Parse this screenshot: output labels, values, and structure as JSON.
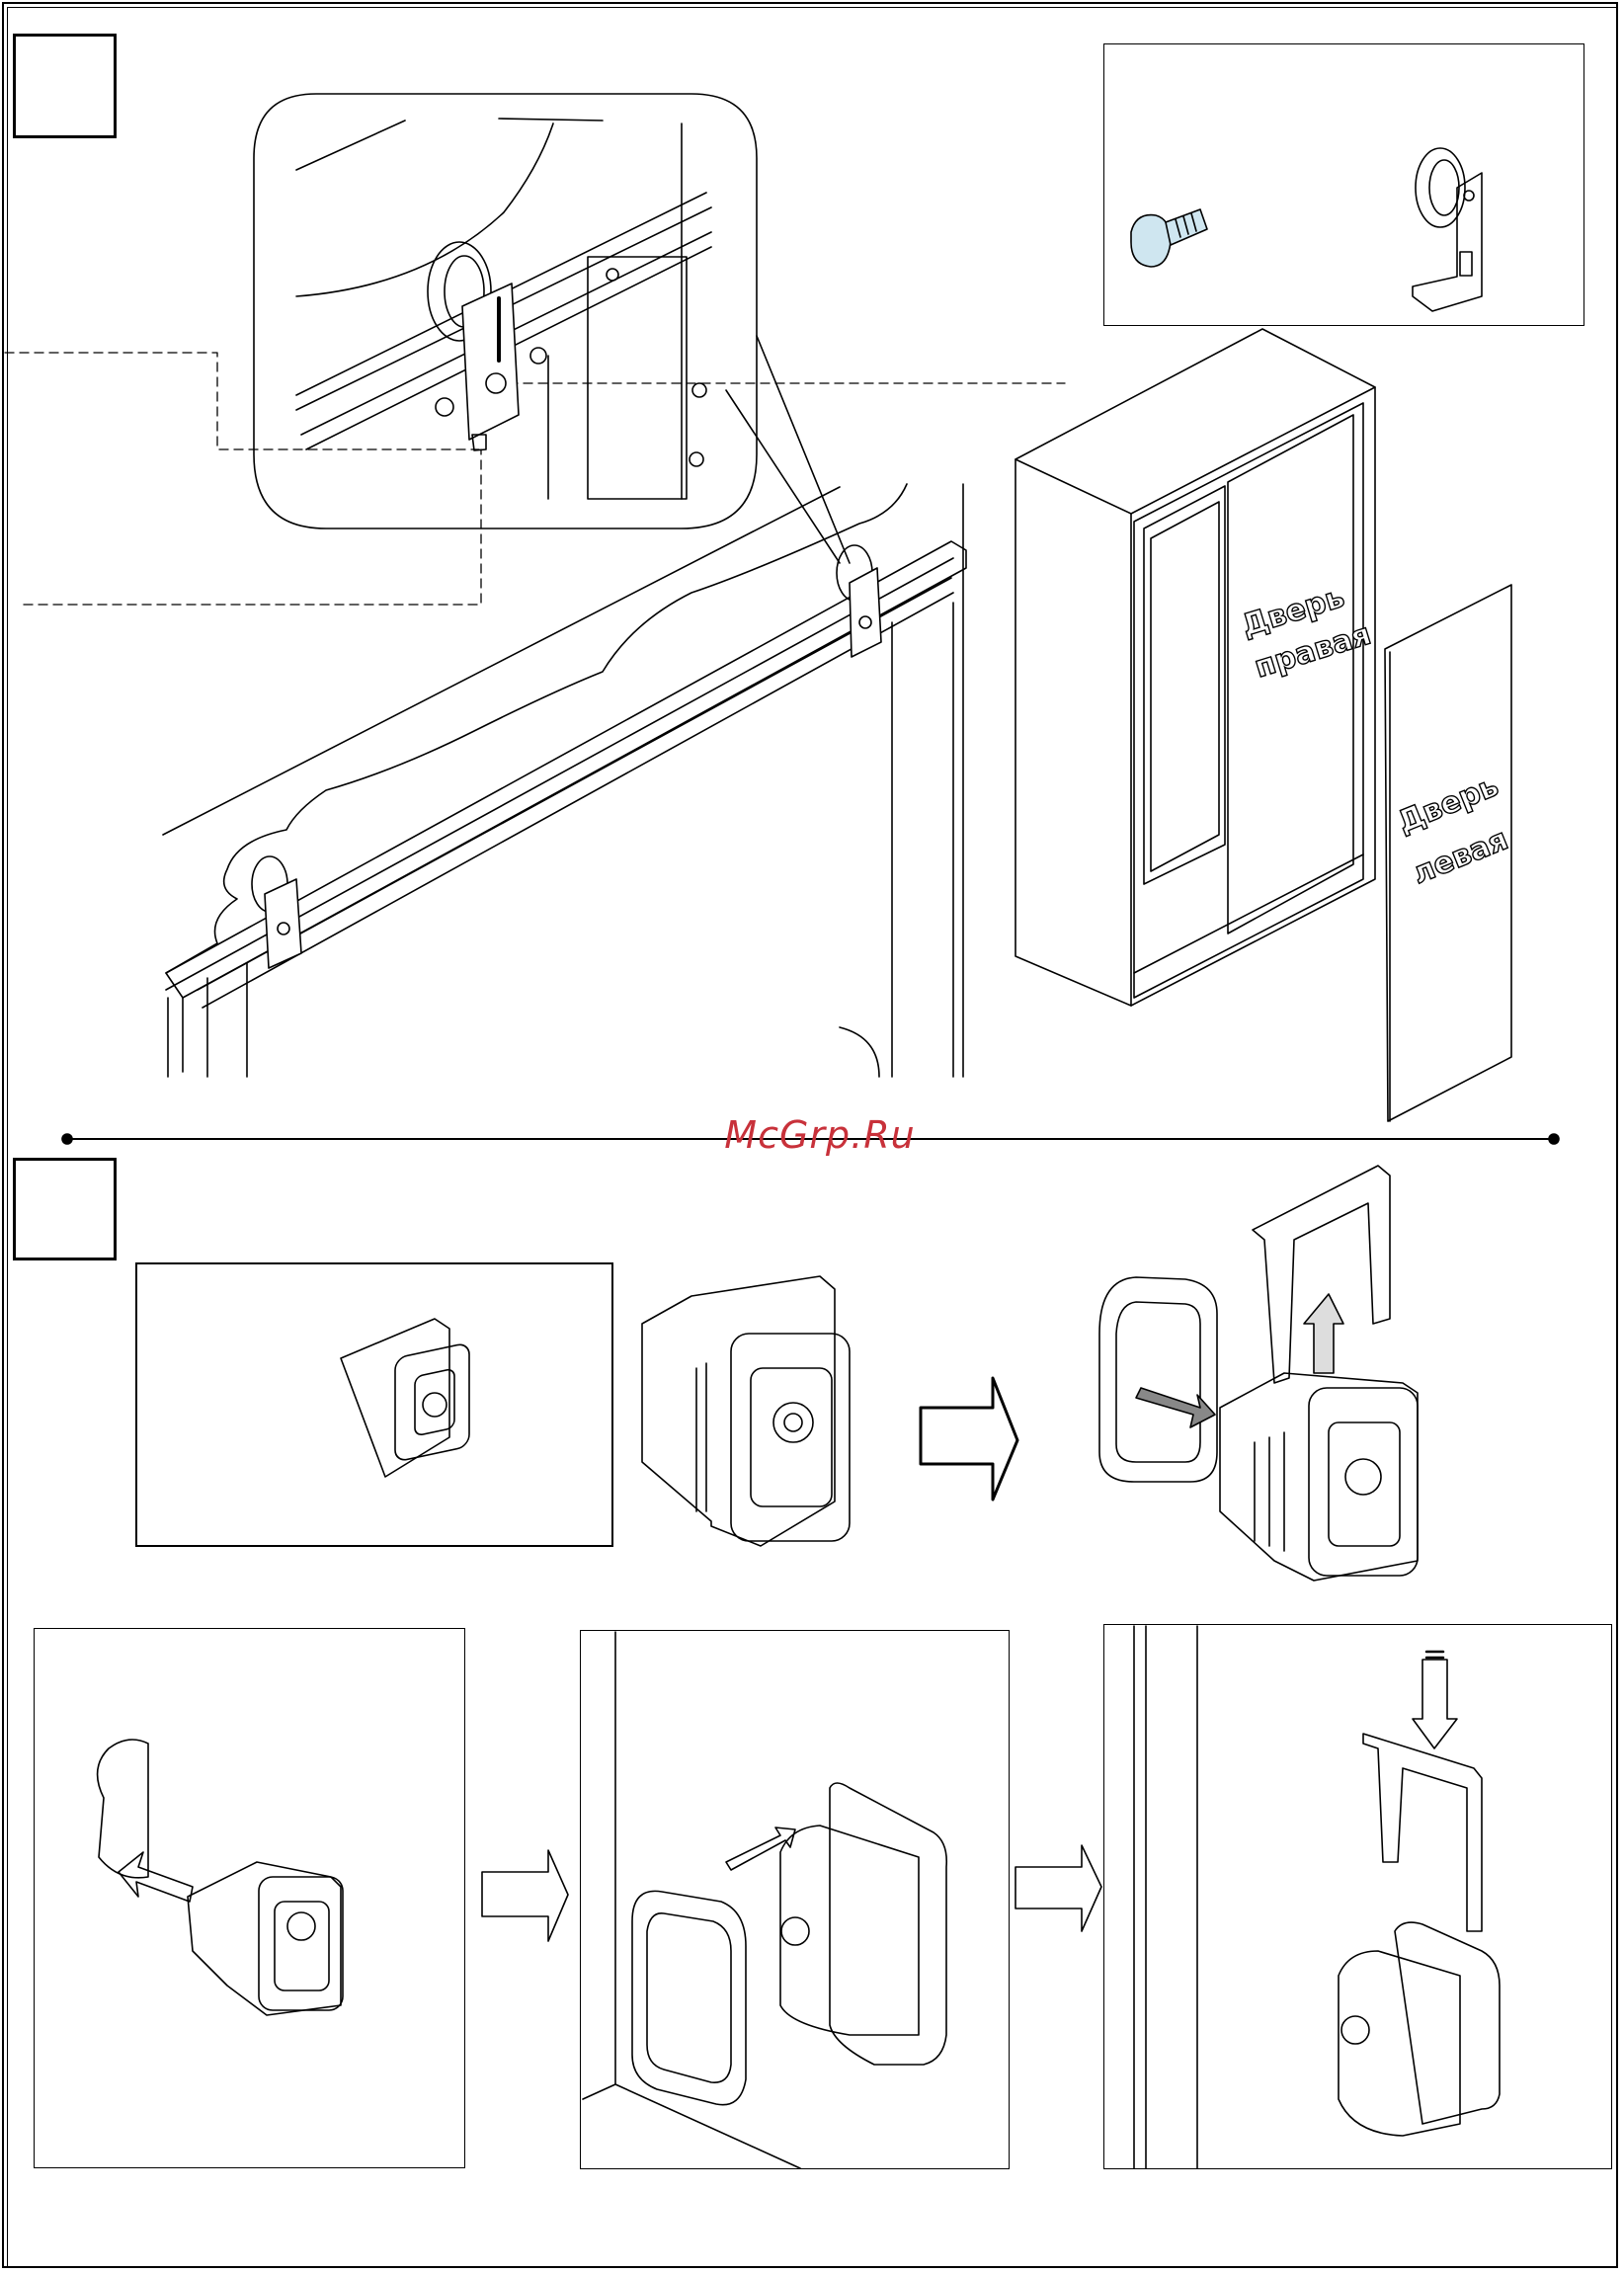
{
  "watermark": "McGrp.Ru",
  "wardrobe": {
    "right_door_word1": "Дверь",
    "right_door_word2": "правая",
    "left_door_word1": "Дверь",
    "left_door_word2": "левая"
  },
  "steps": {
    "step1_number": "",
    "step2_number": ""
  },
  "parts": [
    "screw",
    "roller-bracket",
    "lock-cylinder",
    "lock-clip"
  ]
}
